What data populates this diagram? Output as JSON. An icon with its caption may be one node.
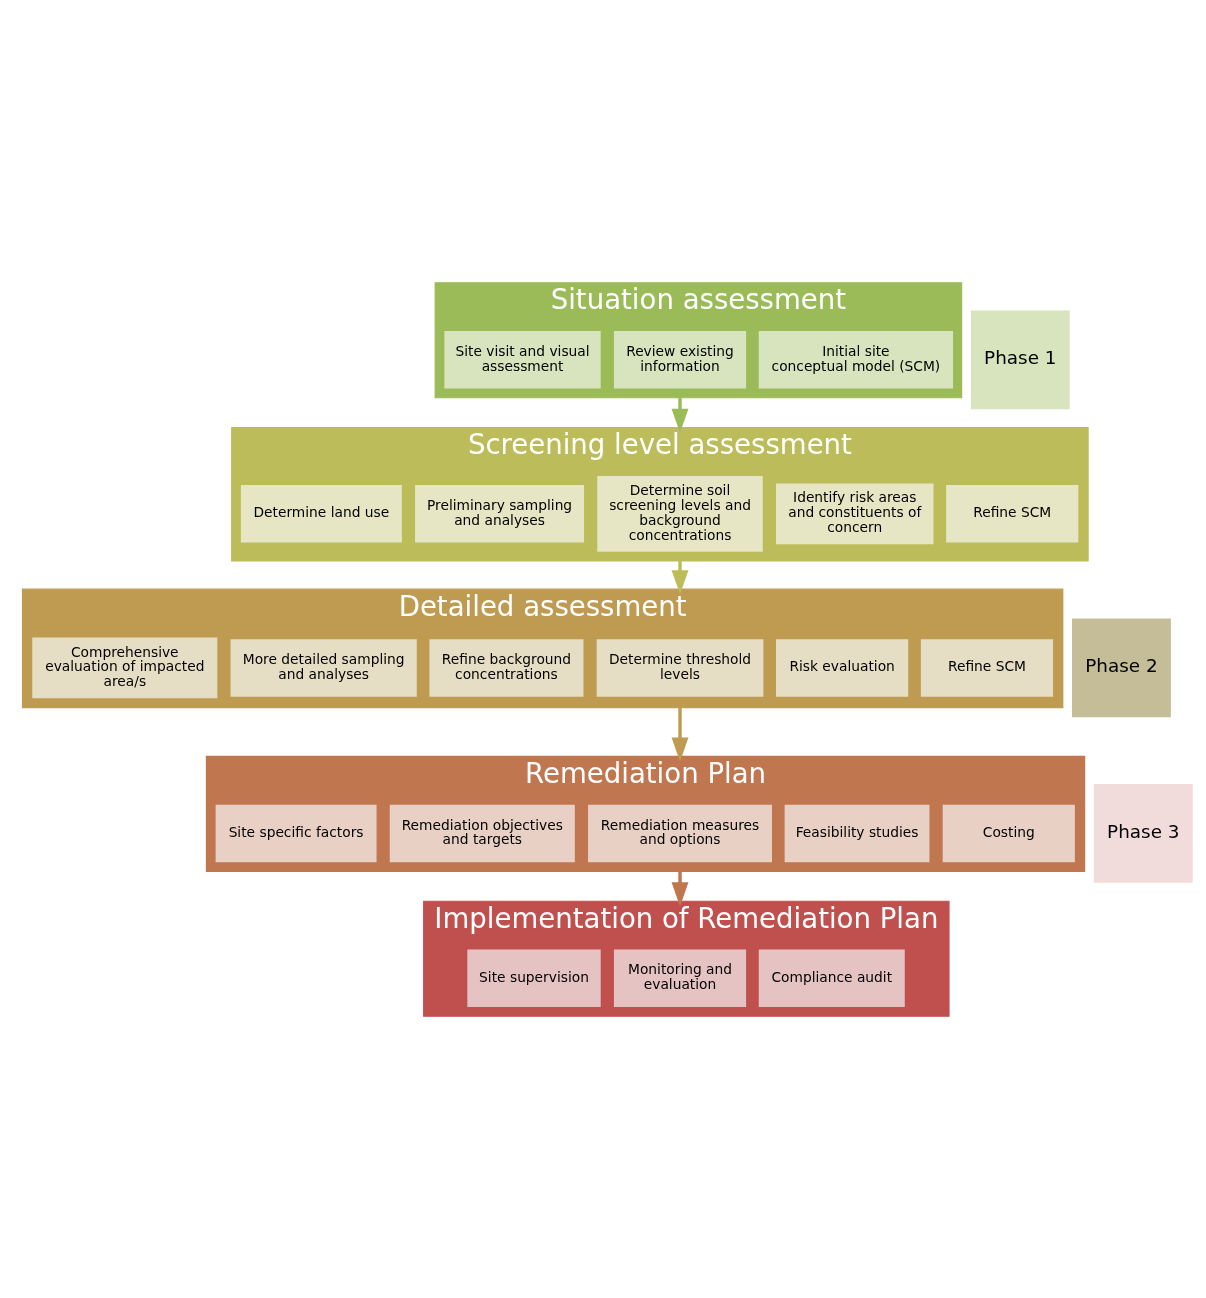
{
  "diagram": {
    "nodes": [
      {
        "text": [
          "Situation assessment"
        ]
      },
      {
        "text": [
          "Site visit and visual assessment"
        ],
        "in": 0
      },
      {
        "text": [
          "Review existing information"
        ],
        "in": 0
      },
      {
        "text": [
          "Initial site conceptual model (SCM)"
        ],
        "in": 0
      },
      {
        "text": [
          "Screening level assessment"
        ]
      },
      {
        "text": [
          "Determine land use"
        ],
        "in": 4
      },
      {
        "text": [
          "Preliminary sampling and analyses"
        ],
        "in": 4
      },
      {
        "text": [
          "Determine soil screening levels and background concentrations"
        ],
        "in": 4
      },
      {
        "text": [
          "Identify risk areas and constituents of concern"
        ],
        "in": 4
      },
      {
        "text": [
          "Refine SCM"
        ],
        "in": 4
      },
      {
        "text": [
          "Detailed assessment"
        ]
      },
      {
        "text": [
          "Comprehensive evaluation of impacted area/s"
        ],
        "in": 10
      },
      {
        "text": [
          "More detailed sampling and analyses"
        ],
        "in": 10
      },
      {
        "text": [
          "Refine background concentrations"
        ],
        "in": 10
      },
      {
        "text": [
          "Determine threshold levels"
        ],
        "in": 10
      },
      {
        "text": [
          "Risk evaluation"
        ],
        "in": 10
      },
      {
        "text": [
          "Refine SCM"
        ],
        "in": 10
      },
      {
        "text": [
          "Remediation Plan"
        ]
      },
      {
        "text": [
          "Site specific factors"
        ],
        "in": 17
      },
      {
        "text": [
          "Remediation objectives and targets"
        ],
        "in": 17
      },
      {
        "text": [
          "Remediation measures and options"
        ],
        "in": 17
      },
      {
        "text": [
          "Feasibility studies"
        ],
        "in": 17
      },
      {
        "text": [
          "Costing"
        ],
        "in": 17
      },
      {
        "text": [
          "Implementation of Remediation Plan"
        ]
      },
      {
        "text": [
          "Site supervision"
        ],
        "in": 23
      },
      {
        "text": [
          "Monitoring and evaluation"
        ],
        "in": 23
      },
      {
        "text": [
          "Compliance audit"
        ],
        "in": 23
      },
      {
        "text": [
          "Phase 1"
        ]
      },
      {
        "text": [
          "Phase 2"
        ]
      },
      {
        "text": [
          "Phase 3"
        ]
      }
    ],
    "edges": [
      {
        "from": 0,
        "to": 4,
        "arrow": "to",
        "color": "#9bbb59"
      },
      {
        "from": 4,
        "to": 10,
        "arrow": "to",
        "color": "#bcbc5a"
      },
      {
        "from": 10,
        "to": 17,
        "arrow": "to",
        "color": "#bf9b52"
      },
      {
        "from": 17,
        "to": 23,
        "arrow": "to",
        "color": "#c0764e"
      }
    ]
  }
}
